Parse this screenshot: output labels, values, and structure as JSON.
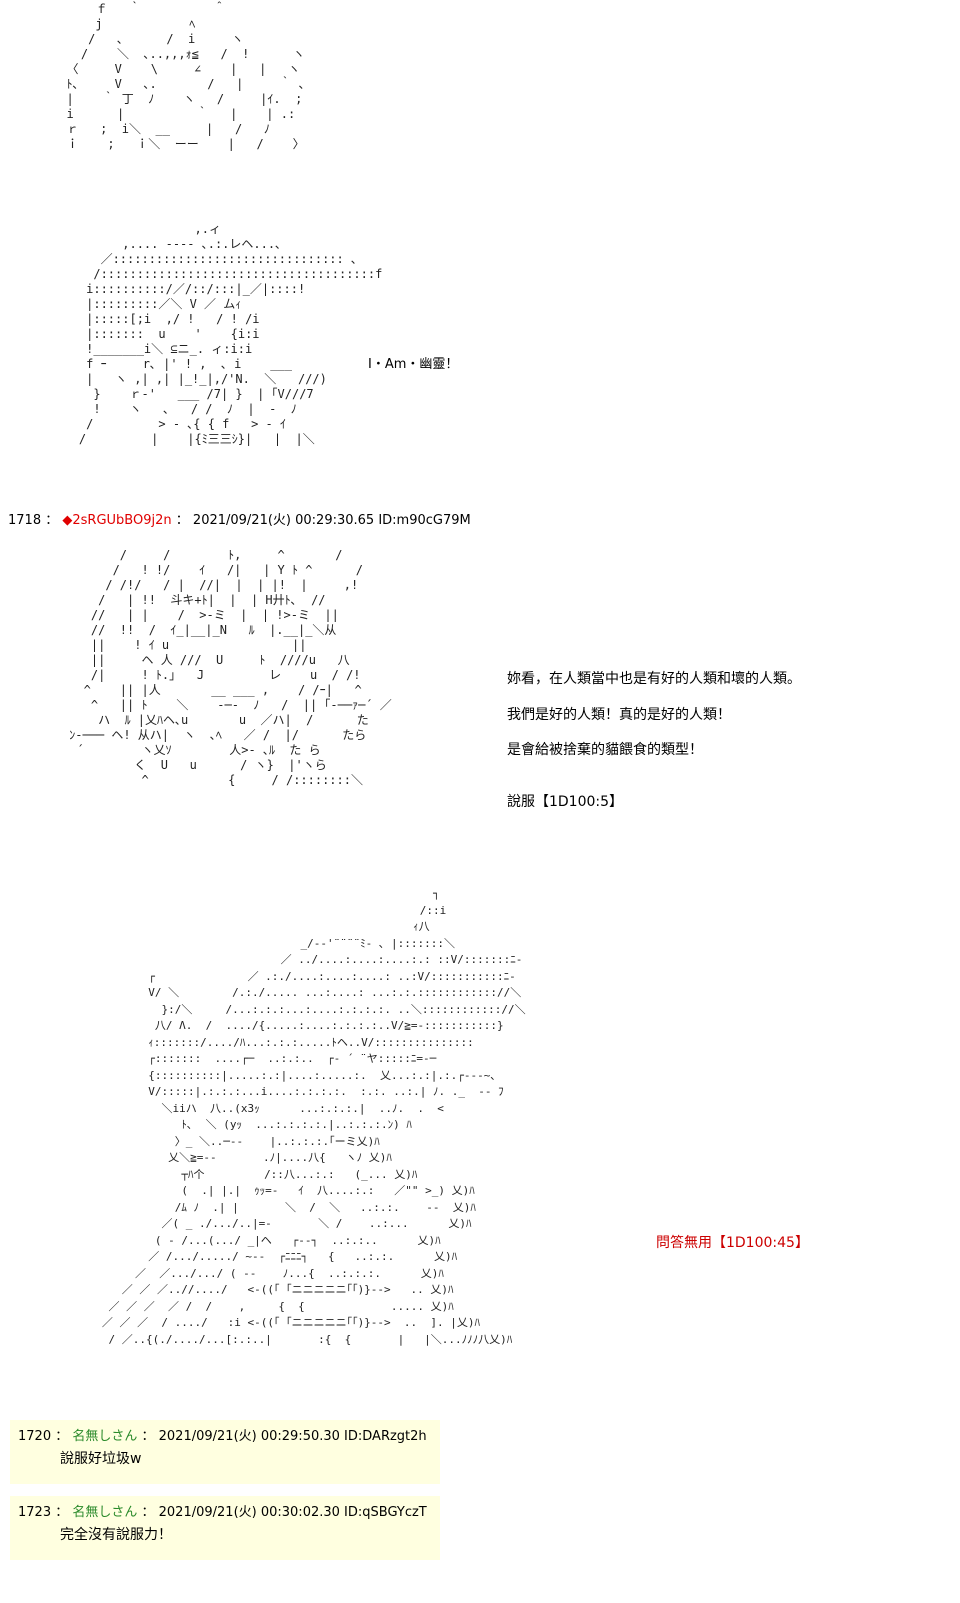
{
  "art": {
    "top_fragment": "      ｆ   ｀          ＾\n      j            ﾍ\n     /   ､      /  i     ヽ\n    /    ＼  ､..,,,ｫ≦   /  !      ヽ\n  〈     V    \\     ∠    |   |   ヽ\n  ﾄ､     V   ､.       /   |     ｀ ､\n  |    ｀ 丁  ﾉ    ヽ   /     |ｲ.  ;\n  i      |          ｀   |    | .:\n  ｒ   ;  i＼  __     |   /   ﾉ\n  ｉ    ;   ｉ＼  ーー    |   /    〉",
    "ghost": "                    ,.ィ\n          ,.... -‐‐‐ ､.:.レヘ...､\n       ／:::::::::::::::::::::::::::::::: ､\n      /::::::::::::::::::::::::::::::::::::::f\n     i::::::::::/／/::/:::|_／|::::!\n     |:::::::::／＼ V ／ ムｨ\n     |:::::[;i  ,/ !   / ! /i\n     |:::::::  u    '    {i:i\n     !_______i＼ ⊆ニ_. ィ:i:i\n     f ｰ     r､ |' ! ,  ､ i    ___\n     |   ヽ ,| ,| |_!_|,/'N.  ＼   ///)\n      }    ｒ‐'   ___ /7| }  | ｢V///7\n      !    ヽ   ､   / /  ﾉ  |  ‐  ﾉ\n     /         > - ､{ { f   > - ｲ\n    /         |    |{ﾐ三三ｼ}|   |  |＼",
    "pitch_girl": "        /     /        ﾄ,     ^       /\n       /   ! !/    ｲ   /|   | Y ﾄ ^      /\n      / /!/   / |  //|  |  | |!  |     ,!\n     /   | !!  斗キ+ﾄ|  |  | H廾ﾄ､  //\n    //   | |    /  >-ミ  |  | !>-ミ  ||\n    //  !!  /  ｲ_|__|_N   ﾙ  |.__|_＼从\n    ||    ! ｲ u                 ||\n    ||     ヘ 人 ///  U     ﾄ  ////u   八\n    /|     ! ﾄ.｣   J         レ    u  / /!\n   ^    || |人       __ ___ ,    / /ｰ|   ^\n    ^   || ﾄ    ＼    ‐─‐  ﾉ   /  || ｢‐──ｧ─´ ／\n     ハ  ﾙ |乂ﾊヘ､u       u  ／ハ|  /      た\n ﾝ‐─── ヘ! 从ハ|  ヽ  ､ﾍ   ／ /  |/      たら\n  ´        ヽ乂ｿ        人>- ､ﾙ  た ら\n          く  U   u      / ヽ}  |'ヽら\n           ^           {     / /::::::::＼",
    "noise_girl": "                                                     ┐\n                                                   /::i\n                                                  ｨ八\n                                 _/‐‐'¨¨¨¨ﾐ‐ ､ |:::::::＼\n                              ／ ../....:....:....:.: ::V/:::::::ﾆ-\n          ┌              ／ .:./....:....:....: ..:V/:::::::::::ﾆ-\n          V/ ＼        /.:./..... ...:....: ...:.:.:::::::::::://＼\n            }:/＼     /...:.:.:...:....:.:.:.:. ..＼:::::::::::://＼\n           八/ Λ.  /  ..../{.....:....:.:.:.:..V/≧=-:::::::::::}\n          ｨ:::::::/..../ﾊ...:.:.:.....ﾄヘ..V/:::::::::::::::\n          ┌:::::::  ....┌─  ..:.:..  ┌‐ ´ ¨ヤ:::::ﾆ=-─\n          {::::::::::|.....:.:|....:.....:.  乂...:.:|.:.┌‐‐‐~､\n          V/:::::|.:.:.:...i....:.:.:.:.  :.:. ..:.| ﾉ. ._  ‐‐ ﾌ\n            ＼iiハ  八..(x3ｯ      ...:.:.:.|  ..ﾉ.  .  <\n               ﾄ､  ＼ (yｯ  ...:.:.:.:.|..:.:.:.ﾝ) ﾊ\n              〉_ ＼..─‐‐    |..:.:.:.｢ーミ乂)ﾊ\n             乂＼≧=‐‐       .ﾉ|....八{   ヽﾉ 乂)ﾊ\n               ┬ﾊ个         /::八...:.:   (_... 乂)ﾊ\n               (  .| |.|  ｩｯ=-   ｲ  八....:.:   ／\"\" >_) 乂)ﾊ\n              /ﾑ ﾉ  .| |       ＼  /  ＼   ..:.:.    ‐‐  乂)ﾊ\n            ／( _ ./.../..|=-       ＼ /    ..:...      乂)ﾊ\n           ( ‐ /...(.../ _|ヘ   ┌‐‐┐  ..:.:..      乂)ﾊ\n          ／ /.../...../ ~‐‐  ┌ﾆﾆﾆ┐   {   ..:.:.      乂)ﾊ\n        ／  ／.../.../ ( ‐‐    ﾉ...{  ..:.:.:.      乂)ﾊ\n      ／ ／ ／..//..../   <‐((｢ ｢ニニニニニ｢｢)}‐‐>   .. 乂)ﾊ\n    ／ ／ ／  ／ /  /    ,     {  {             ..... 乂)ﾊ\n   ／ ／ ／  / ..../   :i <‐((｢ ｢ニニニニニ｢｢)}‐‐>  ..  ]. |乂)ﾊ\n    / ／..{(./..../...[:.:..|       :{  {       |   |＼...ﾉﾉﾉ八乂)ﾊ"
  },
  "speech": {
    "ghost_line": "I・Am・幽靈！",
    "line1": "妳看，在人類當中也是有好的人類和壞的人類。",
    "line2": "我們是好的人類！真的是好的人類！",
    "line3": "是會給被捨棄的貓餵食的類型！",
    "roll1": "說服【1D100:5】",
    "roll2": "問答無用【1D100:45】"
  },
  "post_1718": {
    "number": "1718",
    "sep": "：",
    "trip": "◆2sRGUbBO9j2n",
    "date": "2021/09/21(火) 00:29:30.65",
    "id": "ID:m90cG79M"
  },
  "replies": [
    {
      "number": "1720",
      "name": "名無しさん",
      "date": "2021/09/21(火) 00:29:50.30",
      "id": "ID:DARzgt2h",
      "body": "說服好垃圾w"
    },
    {
      "number": "1723",
      "name": "名無しさん",
      "date": "2021/09/21(火) 00:30:02.30",
      "id": "ID:qSBGYczT",
      "body": "完全沒有說服力！"
    }
  ]
}
